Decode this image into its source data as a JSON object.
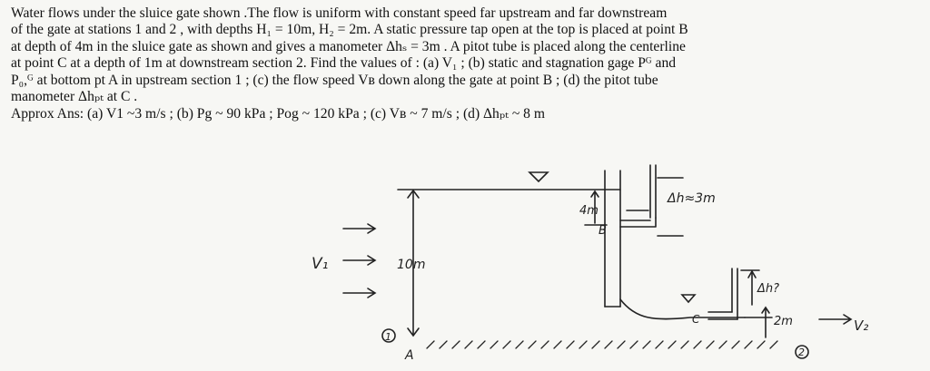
{
  "problem": {
    "lines": [
      "Water flows under the sluice gate shown .The flow is uniform with constant speed far upstream  and far downstream",
      "of the gate at stations 1 and 2 , with depths  H₁ = 10m, H₂ = 2m.  A static pressure tap open at the top is placed at point B",
      "at  depth of 4m in the sluice gate  as shown and gives a manometer Δhₛ = 3m . A pitot tube is placed along the centerline",
      "at point C at a depth of 1m at downstream section 2. Find the values of : (a) V₁ ;  (b) static and stagnation gage Pᴳ and",
      "P₀,ᴳ at bottom pt A in upstream section 1 ; (c) the flow speed Vʙ down along the gate at point B ;  (d) the pitot tube",
      "manometer Δhₚₜ at C ."
    ],
    "answer": "Approx Ans: (a)  V1 ~3 m/s ; (b) Pg ~ 90 kPa ; Pog ~ 120 kPa ; (c) Vʙ ~  7 m/s ; (d) Δhₚₜ ~  8 m"
  },
  "figure": {
    "label_depth_B": "4m",
    "label_B": "B",
    "label_dh_s": "Δh≈3m",
    "label_V1": "V₁",
    "label_H1": "10m",
    "label_station1": "1",
    "label_A": "A",
    "label_dh_pitot": "Δh?",
    "label_C": "C",
    "label_H2": "2m",
    "label_V2": "V₂",
    "label_station2": "2"
  }
}
